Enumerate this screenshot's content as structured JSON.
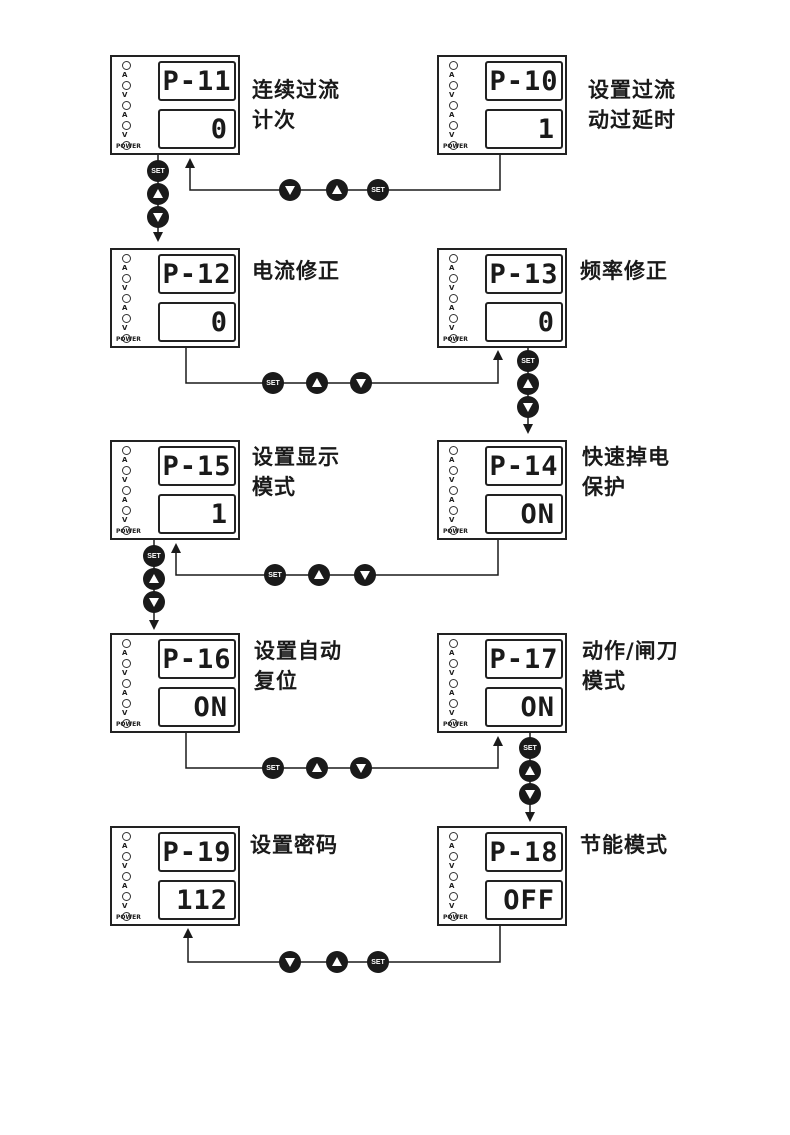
{
  "led_labels": [
    "A",
    "V",
    "A",
    "V"
  ],
  "power_label": "POWER",
  "buttons": {
    "set_label": "SET"
  },
  "panels": [
    {
      "code": "P-11",
      "value": "0",
      "label": "连续过流\n计次"
    },
    {
      "code": "P-10",
      "value": "1",
      "label": "设置过流\n动过延时"
    },
    {
      "code": "P-12",
      "value": "0",
      "label": "电流修正"
    },
    {
      "code": "P-13",
      "value": "0",
      "label": "频率修正"
    },
    {
      "code": "P-15",
      "value": "1",
      "label": "设置显示\n模式"
    },
    {
      "code": "P-14",
      "value": "ON",
      "label": "快速掉电\n保护"
    },
    {
      "code": "P-16",
      "value": "ON",
      "label": "设置自动\n复位"
    },
    {
      "code": "P-17",
      "value": "ON",
      "label": "动作/闸刀\n模式"
    },
    {
      "code": "P-19",
      "value": "112",
      "label": "设置密码"
    },
    {
      "code": "P-18",
      "value": "OFF",
      "label": "节能模式"
    }
  ],
  "colors": {
    "ink": "#1a1a1a",
    "background": "#ffffff"
  }
}
